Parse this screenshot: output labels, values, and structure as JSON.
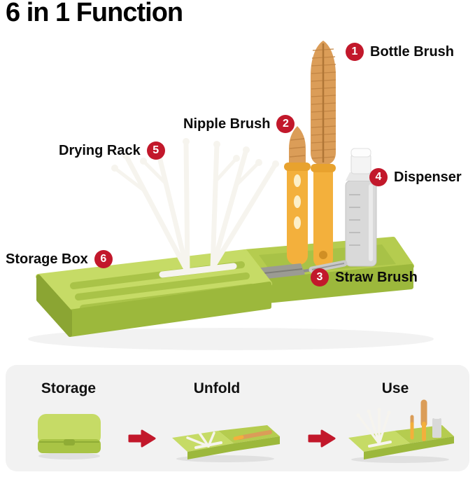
{
  "title": "6 in 1 Function",
  "callouts": [
    {
      "number": "1",
      "label": "Bottle Brush"
    },
    {
      "number": "2",
      "label": "Nipple Brush"
    },
    {
      "number": "3",
      "label": "Straw Brush"
    },
    {
      "number": "4",
      "label": "Dispenser"
    },
    {
      "number": "5",
      "label": "Drying Rack"
    },
    {
      "number": "6",
      "label": "Storage Box"
    }
  ],
  "steps": [
    {
      "label": "Storage"
    },
    {
      "label": "Unfold"
    },
    {
      "label": "Use"
    }
  ],
  "icons": {
    "step_arrow": "➜"
  },
  "colors": {
    "accent_red": "#C2182B",
    "product_green": "#B5CC4F",
    "product_green_light": "#C6DB66",
    "product_green_dark": "#9CB83C",
    "brush_orange": "#DB9D58",
    "handle_yellow": "#F3B03C",
    "rack_white": "#F6F4EE",
    "panel_gray": "#F2F2F2",
    "dispenser_gray": "#D9D9D9"
  }
}
